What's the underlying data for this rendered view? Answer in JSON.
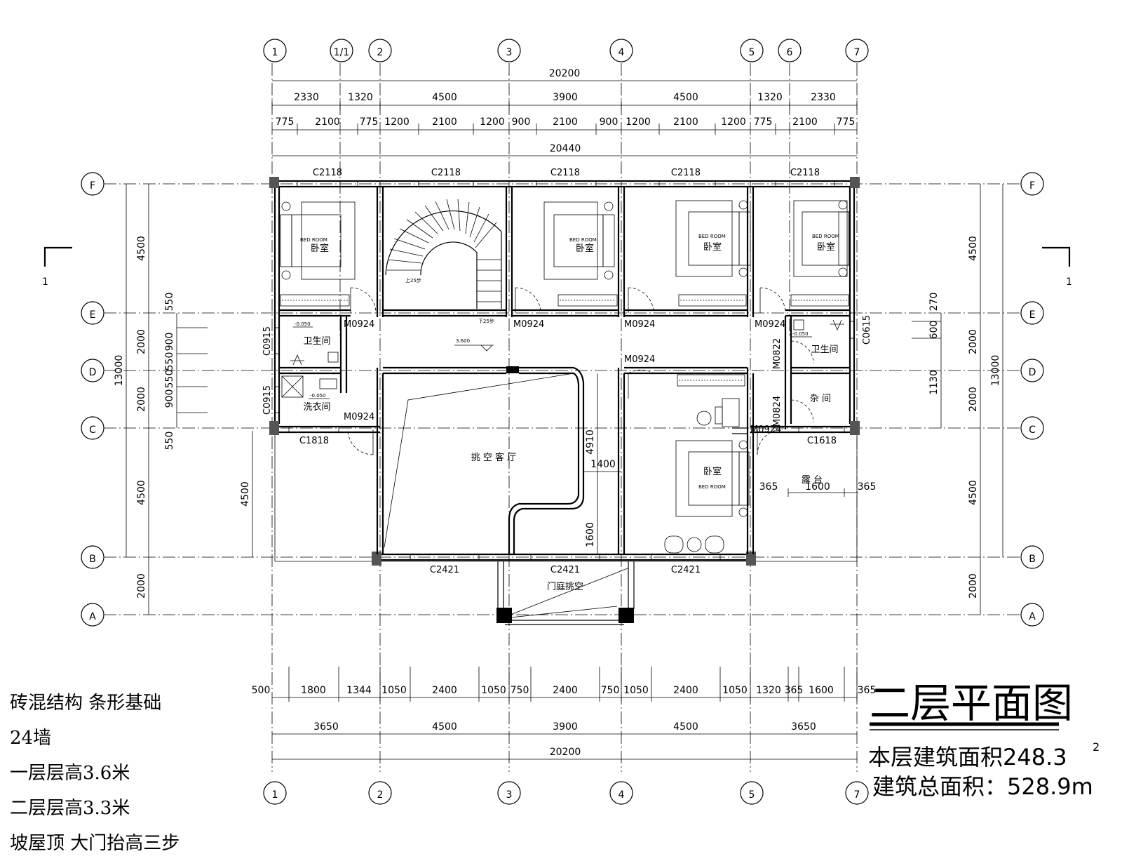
{
  "axes_x": [
    "1",
    "1/1",
    "2",
    "3",
    "4",
    "5",
    "6",
    "7"
  ],
  "axes_x_bottom": [
    "1",
    "2",
    "3",
    "4",
    "5",
    "7"
  ],
  "axes_y": [
    "F",
    "E",
    "D",
    "C",
    "B",
    "A"
  ],
  "dims_top": {
    "total": "20200",
    "bays": [
      "2330",
      "1320",
      "4500",
      "3900",
      "4500",
      "1320",
      "2330"
    ],
    "openings": [
      "775",
      "2100",
      "775",
      "1200",
      "2100",
      "1200",
      "900",
      "2100",
      "900",
      "1200",
      "2100",
      "1200",
      "775",
      "2100",
      "775"
    ],
    "outer": "20440"
  },
  "dims_bottom": {
    "openings": [
      "500",
      "1800",
      "1344",
      "1050",
      "2400",
      "1050",
      "750",
      "2400",
      "750",
      "1050",
      "2400",
      "1050",
      "1320",
      "365",
      "1600",
      "365"
    ],
    "bays": [
      "3650",
      "4500",
      "3900",
      "4500",
      "3650"
    ],
    "total": "20200"
  },
  "dims_left": {
    "segments": [
      "4500",
      "2000",
      "2000",
      "4500",
      "2000"
    ],
    "total": "13000",
    "windows": [
      "550",
      "900",
      "550",
      "550",
      "900",
      "550"
    ],
    "inner": "4500"
  },
  "dims_right": {
    "segments": [
      "4500",
      "2000",
      "2000",
      "4500",
      "2000"
    ],
    "total": "13000",
    "windows": [
      "270",
      "600",
      "1130"
    ]
  },
  "section_mark": "1",
  "windows": {
    "c2118": "C2118",
    "c0915": "C0915",
    "c1818": "C1818",
    "c0615": "C0615",
    "c1618": "C1618",
    "c2421": "C2421"
  },
  "doors": {
    "m0924": "M0924",
    "m0822": "M0822",
    "m0824": "M0824"
  },
  "rooms": {
    "bedroom": "卧室",
    "bedroom_en": "BED ROOM",
    "bathroom": "卫生间",
    "laundry": "洗衣间",
    "storage": "杂 间",
    "void_living": "挑 空 客 厅",
    "porch_void": "门庭挑空",
    "terrace": "露 台"
  },
  "stairs": {
    "up": "上25步",
    "down": "下25步"
  },
  "level": "3.600",
  "floor_offset": "-0.050",
  "inner_dims": {
    "d4910": "4910",
    "d1400": "1400",
    "d1600": "1600",
    "d365a": "365",
    "d1600b": "1600",
    "d365b": "365"
  },
  "notes": [
    "砖混结构 条形基础",
    "24墙",
    "一层层高3.6米",
    "二层层高3.3米",
    "坡屋顶 大门抬高三步"
  ],
  "title": "二层平面图",
  "area_floor": "本层建筑面积248.3",
  "area_floor_sup": "2",
  "area_total": "建筑总面积：528.9m"
}
